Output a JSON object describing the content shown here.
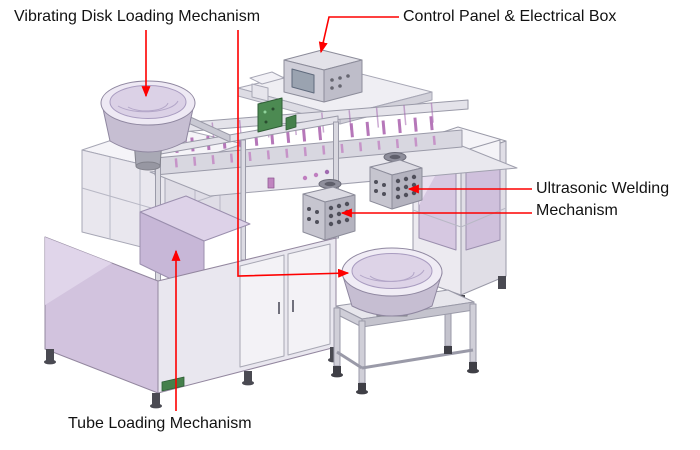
{
  "diagram": {
    "labels": {
      "vibrating_disk": "Vibrating Disk Loading Mechanism",
      "control_panel": "Control Panel & Electrical Box",
      "ultrasonic_welding": "Ultrasonic Welding Mechanism",
      "tube_loading": "Tube Loading Mechanism"
    },
    "colors": {
      "annotation": "#fe0000",
      "panel_lavender": "#d2c3de",
      "frame_gray": "#e9e7ef",
      "bowl_rim": "#eee9f4",
      "text": "#121212",
      "background": "#ffffff"
    }
  }
}
